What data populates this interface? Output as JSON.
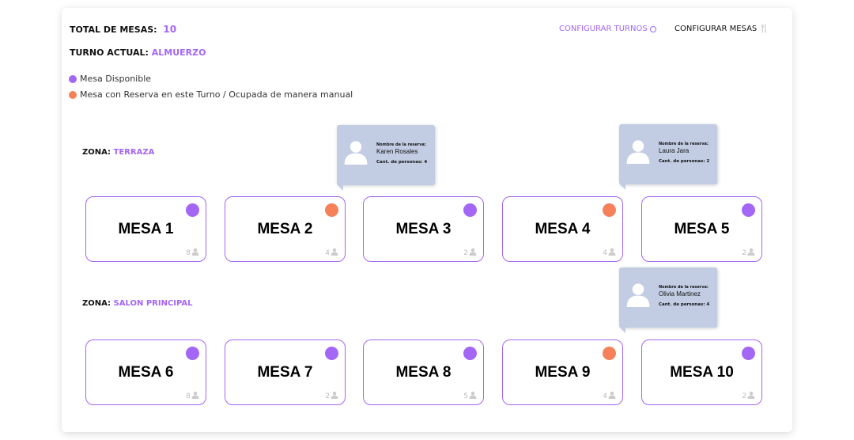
{
  "header": {
    "total_label": "TOTAL DE MESAS:",
    "total_value": "10",
    "turno_label": "TURNO ACTUAL:",
    "turno_value": "ALMUERZO"
  },
  "nav": {
    "turnos": "CONFIGURAR TURNOS",
    "mesas": "CONFIGURAR MESAS"
  },
  "legend": {
    "available": "Mesa Disponible",
    "reserved": "Mesa con Reserva en este Turno / Ocupada de manera manual"
  },
  "colors": {
    "available": "#a366f5",
    "reserved": "#f5805a"
  },
  "zones": [
    {
      "label": "ZONA:",
      "name": "TERRAZA"
    },
    {
      "label": "ZONA:",
      "name": "SALON PRINCIPAL"
    }
  ],
  "tables": [
    {
      "name": "MESA 1",
      "capacity": "8",
      "status": "available"
    },
    {
      "name": "MESA 2",
      "capacity": "4",
      "status": "reserved"
    },
    {
      "name": "MESA 3",
      "capacity": "2",
      "status": "available"
    },
    {
      "name": "MESA 4",
      "capacity": "4",
      "status": "reserved"
    },
    {
      "name": "MESA 5",
      "capacity": "2",
      "status": "available"
    },
    {
      "name": "MESA 6",
      "capacity": "8",
      "status": "available"
    },
    {
      "name": "MESA 7",
      "capacity": "2",
      "status": "available"
    },
    {
      "name": "MESA 8",
      "capacity": "5",
      "status": "available"
    },
    {
      "name": "MESA 9",
      "capacity": "4",
      "status": "reserved"
    },
    {
      "name": "MESA 10",
      "capacity": "2",
      "status": "available"
    }
  ],
  "reservations": [
    {
      "label": "Nombre de la reserva:",
      "name": "Karen Rosales",
      "people": "Cant. de personas: 4"
    },
    {
      "label": "Nombre de la reserva:",
      "name": "Laura Jara",
      "people": "Cant. de personas: 2"
    },
    {
      "label": "Nombre de la reserva:",
      "name": "Olivia Martinez",
      "people": "Cant. de personas: 4"
    }
  ]
}
